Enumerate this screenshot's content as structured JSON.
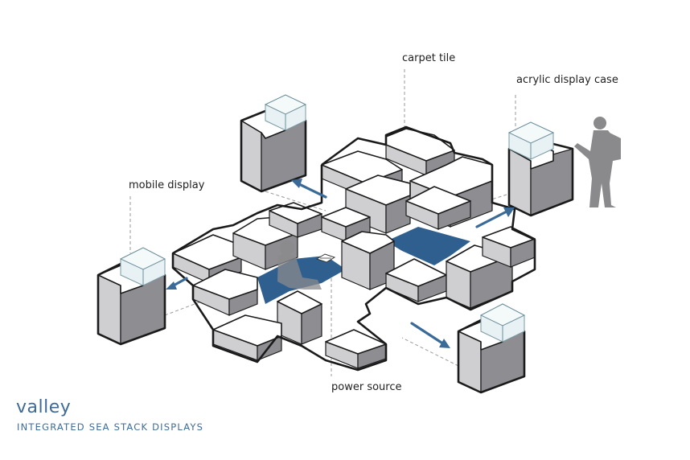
{
  "title": "valley",
  "subtitle": "INTEGRATED SEA STACK DISPLAYS",
  "labels": {
    "carpet_tile": "carpet tile",
    "acrylic_display_case": "acrylic display case",
    "mobile_display": "mobile display",
    "power_source": "power source"
  },
  "colors": {
    "accent": "#3f6b96",
    "carpet_blue": "#2f5f8f",
    "block_top": "#ffffff",
    "block_left": "#cfcfd1",
    "block_right": "#8e8e92",
    "glass": "#e8f1f3",
    "person": "#8a8a8c"
  }
}
